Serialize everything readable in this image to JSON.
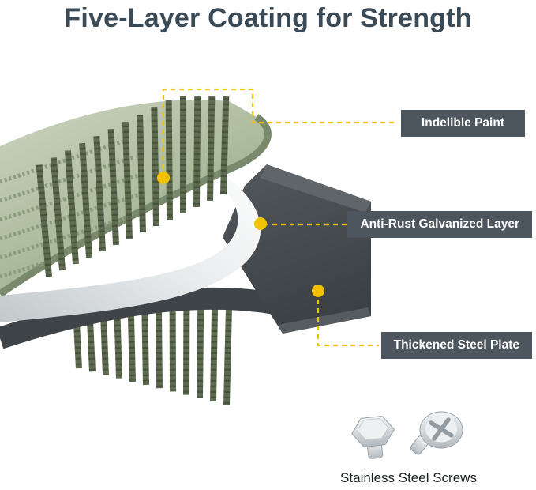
{
  "title": "Five-Layer Coating for Strength",
  "callouts": [
    {
      "id": "paint",
      "label": "Indelible Paint"
    },
    {
      "id": "galvanized",
      "label": "Anti-Rust Galvanized Layer"
    },
    {
      "id": "steel",
      "label": "Thickened Steel Plate"
    }
  ],
  "screws_caption": "Stainless Steel Screws",
  "colors": {
    "accent_yellow": "#F2C200",
    "label_background": "#4D565E",
    "title_text": "#3A4A56",
    "paint_green": "#A9B79A",
    "galvanized_silver": "#E9ECED",
    "steel_gray": "#464B4F"
  }
}
